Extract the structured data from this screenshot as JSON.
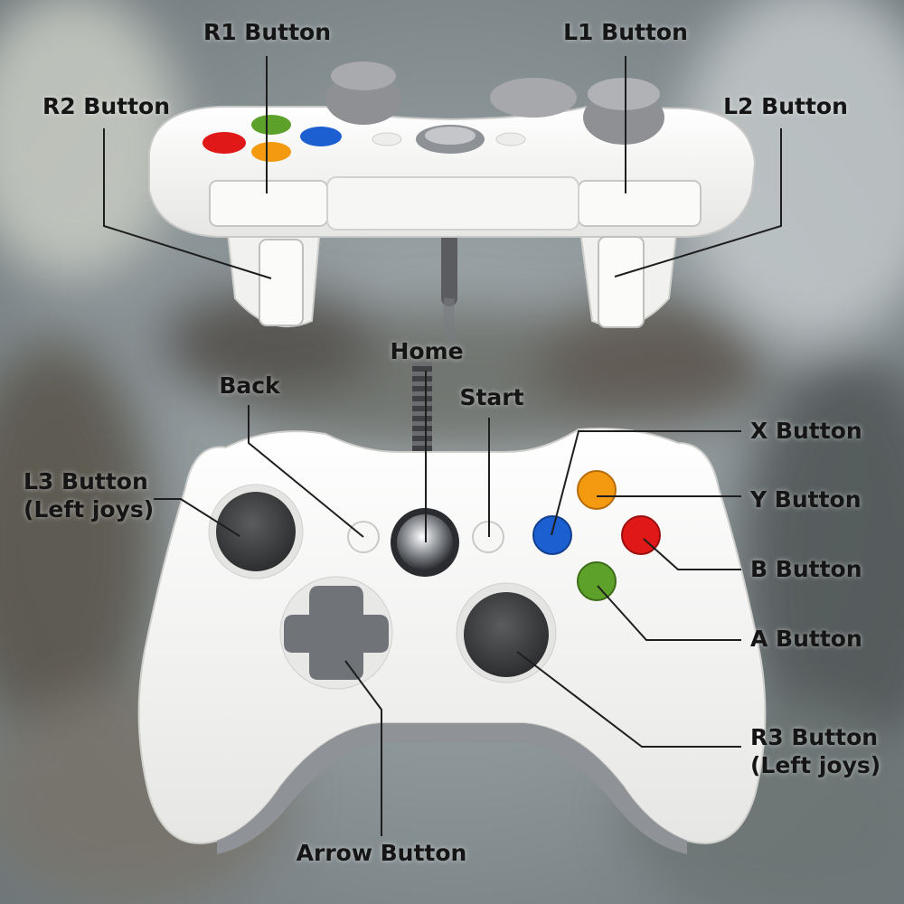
{
  "labels": {
    "r1": "R1 Button",
    "l1": "L1 Button",
    "r2": "R2 Button",
    "l2": "L2 Button",
    "home": "Home",
    "back": "Back",
    "start": "Start",
    "x": "X Button",
    "y": "Y Button",
    "b": "B Button",
    "a": "A Button",
    "l3_line1": "L3 Button",
    "l3_line2": "(Left joys)",
    "r3_line1": "R3 Button",
    "r3_line2": "(Left joys)",
    "arrow": "Arrow Button"
  },
  "colors": {
    "background": "#8a9498",
    "controller_body": "#f4f4f2",
    "stick": "#4a4b4d",
    "dpad": "#707478",
    "button_a": "#5da02a",
    "button_b": "#e01818",
    "button_x": "#1c5fd0",
    "button_y": "#f39a10",
    "grip_trim": "#8f9296",
    "leader_line": "#1e1e1e"
  }
}
